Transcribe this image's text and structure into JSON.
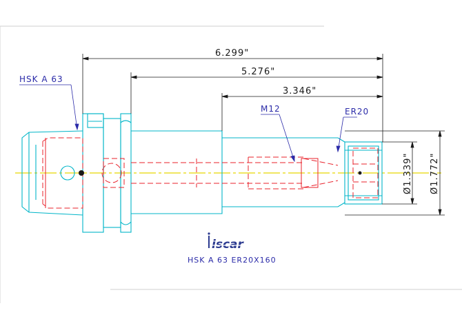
{
  "dimensions": {
    "overall_length": "6.299\"",
    "flange_to_nose": "5.276\"",
    "shank_length": "3.346\"",
    "nut_diameter": "Ø1.772\"",
    "collet_diameter": "Ø1.339\""
  },
  "callouts": {
    "interface": "HSK A 63",
    "thread": "M12",
    "collet": "ER20"
  },
  "brand": {
    "logo_text": "iscar"
  },
  "caption": "HSK A 63 ER20X160",
  "colors": {
    "outline": "#00b5c8",
    "hidden": "#e8202a",
    "dimension": "#1a1a1a",
    "centerline": "#e6d800",
    "callout_text": "#2a2aa8",
    "logo": "#2b3a8f"
  }
}
